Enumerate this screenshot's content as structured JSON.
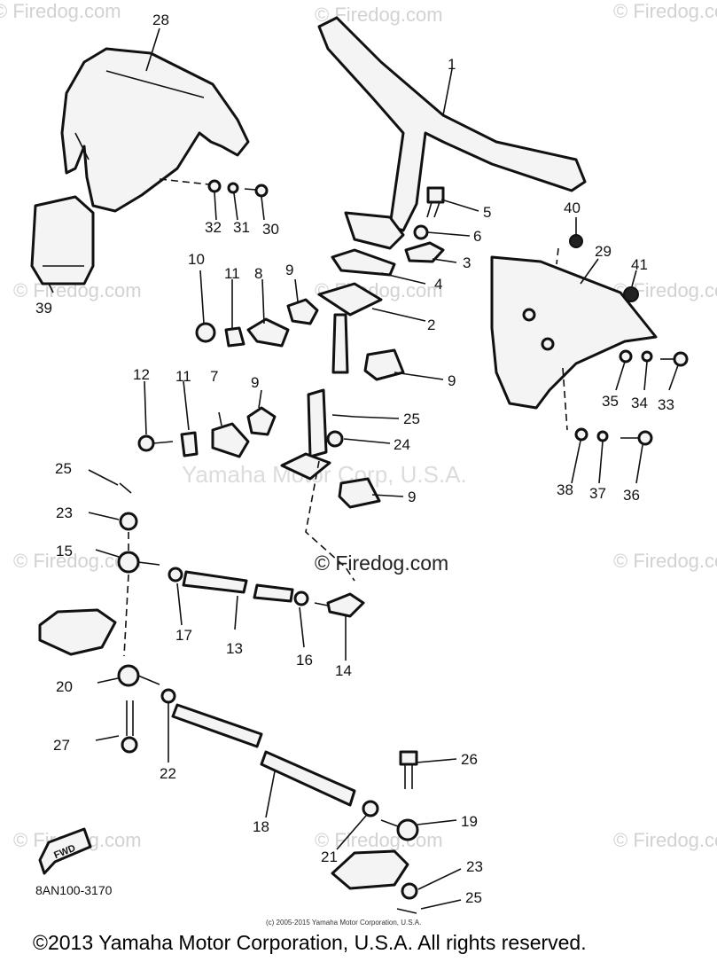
{
  "watermark": {
    "text": "© Firedog.com",
    "center_text": "Yamaha Motor Corp, U.S.A.",
    "mid_label": "© Firedog.com"
  },
  "callouts": [
    {
      "id": "c1",
      "label": "1"
    },
    {
      "id": "c2",
      "label": "2"
    },
    {
      "id": "c3",
      "label": "3"
    },
    {
      "id": "c4",
      "label": "4"
    },
    {
      "id": "c5",
      "label": "5"
    },
    {
      "id": "c6",
      "label": "6"
    },
    {
      "id": "c7",
      "label": "7"
    },
    {
      "id": "c8",
      "label": "8"
    },
    {
      "id": "c9a",
      "label": "9"
    },
    {
      "id": "c9b",
      "label": "9"
    },
    {
      "id": "c9c",
      "label": "9"
    },
    {
      "id": "c9d",
      "label": "9"
    },
    {
      "id": "c10",
      "label": "10"
    },
    {
      "id": "c11a",
      "label": "11"
    },
    {
      "id": "c11b",
      "label": "11"
    },
    {
      "id": "c12",
      "label": "12"
    },
    {
      "id": "c13",
      "label": "13"
    },
    {
      "id": "c14",
      "label": "14"
    },
    {
      "id": "c15",
      "label": "15"
    },
    {
      "id": "c16",
      "label": "16"
    },
    {
      "id": "c17",
      "label": "17"
    },
    {
      "id": "c18",
      "label": "18"
    },
    {
      "id": "c19",
      "label": "19"
    },
    {
      "id": "c20",
      "label": "20"
    },
    {
      "id": "c21",
      "label": "21"
    },
    {
      "id": "c22",
      "label": "22"
    },
    {
      "id": "c23a",
      "label": "23"
    },
    {
      "id": "c23b",
      "label": "23"
    },
    {
      "id": "c24",
      "label": "24"
    },
    {
      "id": "c25a",
      "label": "25"
    },
    {
      "id": "c25b",
      "label": "25"
    },
    {
      "id": "c25c",
      "label": "25"
    },
    {
      "id": "c26",
      "label": "26"
    },
    {
      "id": "c27",
      "label": "27"
    },
    {
      "id": "c28",
      "label": "28"
    },
    {
      "id": "c29",
      "label": "29"
    },
    {
      "id": "c30",
      "label": "30"
    },
    {
      "id": "c31",
      "label": "31"
    },
    {
      "id": "c32",
      "label": "32"
    },
    {
      "id": "c33",
      "label": "33"
    },
    {
      "id": "c34",
      "label": "34"
    },
    {
      "id": "c35",
      "label": "35"
    },
    {
      "id": "c36",
      "label": "36"
    },
    {
      "id": "c37",
      "label": "37"
    },
    {
      "id": "c38",
      "label": "38"
    },
    {
      "id": "c39",
      "label": "39"
    },
    {
      "id": "c40",
      "label": "40"
    },
    {
      "id": "c41",
      "label": "41"
    }
  ],
  "fwd_label": "FWD",
  "part_number": "8AN100-3170",
  "small_copyright": "(c) 2005-2015 Yamaha Motor Corporation, U.S.A.",
  "copyright": "©2013 Yamaha Motor Corporation, U.S.A. All rights reserved."
}
